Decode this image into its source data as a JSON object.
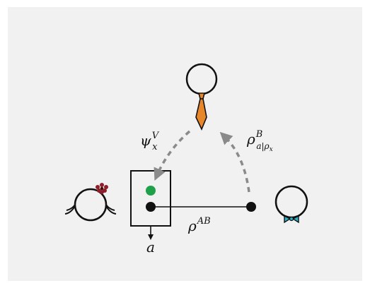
{
  "colors": {
    "panel_background": "#f1f1f1",
    "outline": "#111111",
    "arrow_dashed": "#8a8a8a",
    "green_dot": "#1fa04a",
    "tie": "#e8862a",
    "bow_tie": "#2ab3c4",
    "hair_flower": "#8e1e2a"
  },
  "labels": {
    "psi_base": "ψ",
    "psi_sub": "x",
    "psi_sup": "V",
    "rho_ab_base": "ρ",
    "rho_ab_sup": "AB",
    "rho_b_base": "ρ",
    "rho_b_sup": "B",
    "rho_b_sub": "a|ρ",
    "rho_b_subsub": "x",
    "output": "a"
  },
  "icons": {
    "top_person": "person-with-necktie-icon",
    "left_person": "person-with-hair-flower-icon",
    "right_person": "person-with-bow-tie-icon"
  }
}
